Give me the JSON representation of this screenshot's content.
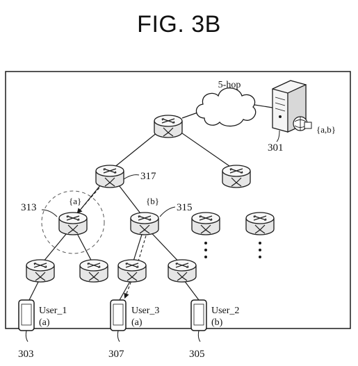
{
  "figure": {
    "title": "FIG. 3B"
  },
  "cloud": {
    "label": "5-hop"
  },
  "server": {
    "ref": "301",
    "content_set": "{a,b}"
  },
  "routers": {
    "r317": {
      "ref": "317",
      "cache": ""
    },
    "r313": {
      "ref": "313",
      "cache": "{a}"
    },
    "r315": {
      "ref": "315",
      "cache": "{b}"
    }
  },
  "users": [
    {
      "name": "User_1",
      "request": "(a)",
      "ref": "303"
    },
    {
      "name": "User_3",
      "request": "(a)",
      "ref": "307"
    },
    {
      "name": "User_2",
      "request": "(b)",
      "ref": "305"
    }
  ],
  "continuation": "dots",
  "colors": {
    "line": "#1a1a1a",
    "fill": "#ffffff",
    "shade": "#d9d9d9"
  }
}
